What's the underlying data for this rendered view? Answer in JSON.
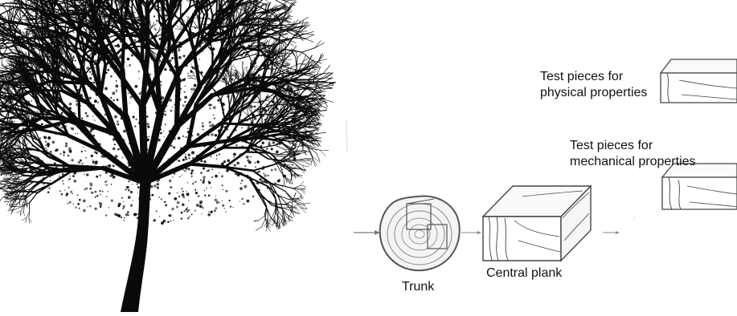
{
  "labels": {
    "physical_line1": "Test pieces for",
    "physical_line2": "physical properties",
    "mechanical_line1": "Test pieces for",
    "mechanical_line2": "mechanical properties",
    "central_plank": "Central plank",
    "trunk": "Trunk"
  },
  "colors": {
    "ink": "#111111",
    "sketch": "#555555",
    "tree": "#0a0a0a",
    "background": "#ffffff"
  }
}
